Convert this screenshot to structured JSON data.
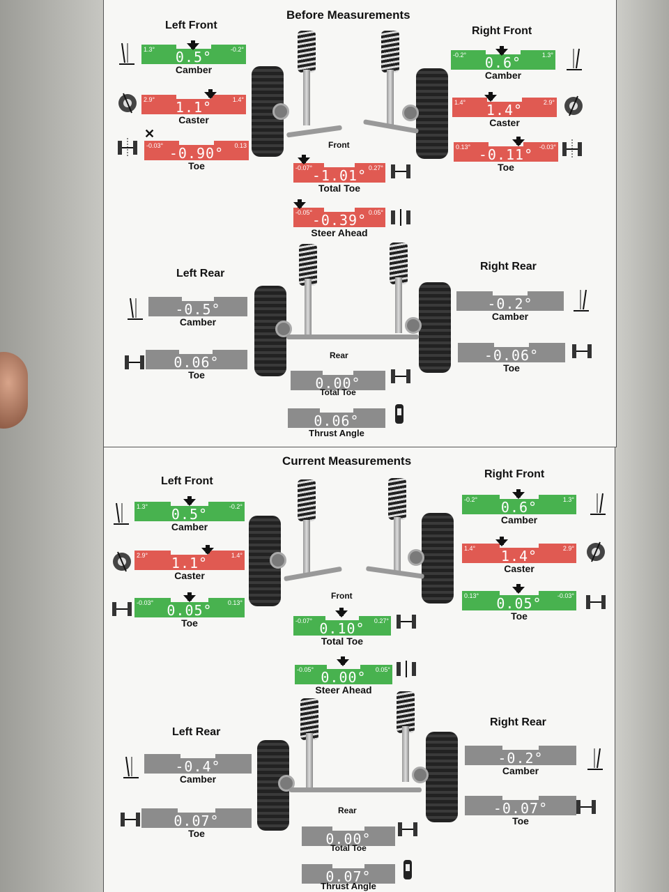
{
  "before": {
    "title": "Before Measurements",
    "left_front": {
      "label": "Left Front",
      "camber": {
        "value": "0.5°",
        "lo": "1.3°",
        "hi": "-0.2°",
        "name": "Camber",
        "status": "green"
      },
      "caster": {
        "value": "1.1°",
        "lo": "2.9°",
        "hi": "1.4°",
        "name": "Caster",
        "status": "red"
      },
      "toe": {
        "value": "-0.90°",
        "lo": "-0.03°",
        "hi": "0.13",
        "name": "Toe",
        "status": "red"
      }
    },
    "right_front": {
      "label": "Right Front",
      "camber": {
        "value": "0.6°",
        "lo": "-0.2°",
        "hi": "1.3°",
        "name": "Camber",
        "status": "green"
      },
      "caster": {
        "value": "1.4°",
        "lo": "1.4°",
        "hi": "2.9°",
        "name": "Caster",
        "status": "red"
      },
      "toe": {
        "value": "-0.11°",
        "lo": "0.13°",
        "hi": "-0.03°",
        "name": "Toe",
        "status": "red"
      }
    },
    "front_label": "Front",
    "total_toe": {
      "value": "-1.01°",
      "lo": "-0.07°",
      "hi": "0.27°",
      "name": "Total Toe",
      "status": "red"
    },
    "steer_ahead": {
      "value": "-0.39°",
      "lo": "-0.05°",
      "hi": "0.05°",
      "name": "Steer Ahead",
      "status": "red"
    },
    "left_rear": {
      "label": "Left Rear",
      "camber": {
        "value": "-0.5°",
        "name": "Camber",
        "status": "gray"
      },
      "toe": {
        "value": "0.06°",
        "name": "Toe",
        "status": "gray"
      }
    },
    "right_rear": {
      "label": "Right Rear",
      "camber": {
        "value": "-0.2°",
        "name": "Camber",
        "status": "gray"
      },
      "toe": {
        "value": "-0.06°",
        "name": "Toe",
        "status": "gray"
      }
    },
    "rear_label": "Rear",
    "rear_total_toe": {
      "value": "0.00°",
      "name": "Total Toe",
      "status": "gray"
    },
    "thrust_angle": {
      "value": "0.06°",
      "name": "Thrust Angle",
      "status": "gray"
    }
  },
  "current": {
    "title": "Current Measurements",
    "left_front": {
      "label": "Left Front",
      "camber": {
        "value": "0.5°",
        "lo": "1.3°",
        "hi": "-0.2°",
        "name": "Camber",
        "status": "green"
      },
      "caster": {
        "value": "1.1°",
        "lo": "2.9°",
        "hi": "1.4°",
        "name": "Caster",
        "status": "red"
      },
      "toe": {
        "value": "0.05°",
        "lo": "-0.03°",
        "hi": "0.13°",
        "name": "Toe",
        "status": "green"
      }
    },
    "right_front": {
      "label": "Right Front",
      "camber": {
        "value": "0.6°",
        "lo": "-0.2°",
        "hi": "1.3°",
        "name": "Camber",
        "status": "green"
      },
      "caster": {
        "value": "1.4°",
        "lo": "1.4°",
        "hi": "2.9°",
        "name": "Caster",
        "status": "red"
      },
      "toe": {
        "value": "0.05°",
        "lo": "0.13°",
        "hi": "-0.03°",
        "name": "Toe",
        "status": "green"
      }
    },
    "front_label": "Front",
    "total_toe": {
      "value": "0.10°",
      "lo": "-0.07°",
      "hi": "0.27°",
      "name": "Total Toe",
      "status": "green"
    },
    "steer_ahead": {
      "value": "0.00°",
      "lo": "-0.05°",
      "hi": "0.05°",
      "name": "Steer Ahead",
      "status": "green"
    },
    "left_rear": {
      "label": "Left Rear",
      "camber": {
        "value": "-0.4°",
        "name": "Camber",
        "status": "gray"
      },
      "toe": {
        "value": "0.07°",
        "name": "Toe",
        "status": "gray"
      }
    },
    "right_rear": {
      "label": "Right Rear",
      "camber": {
        "value": "-0.2°",
        "name": "Camber",
        "status": "gray"
      },
      "toe": {
        "value": "-0.07°",
        "name": "Toe",
        "status": "gray"
      }
    },
    "rear_label": "Rear",
    "rear_total_toe": {
      "value": "0.00°",
      "name": "Total Toe",
      "status": "gray"
    },
    "thrust_angle": {
      "value": "0.07°",
      "name": "Thrust Angle",
      "status": "gray"
    }
  },
  "colors": {
    "in_spec": "#48b24f",
    "out_of_spec": "#e05a52",
    "no_spec": "#8c8c8c"
  }
}
